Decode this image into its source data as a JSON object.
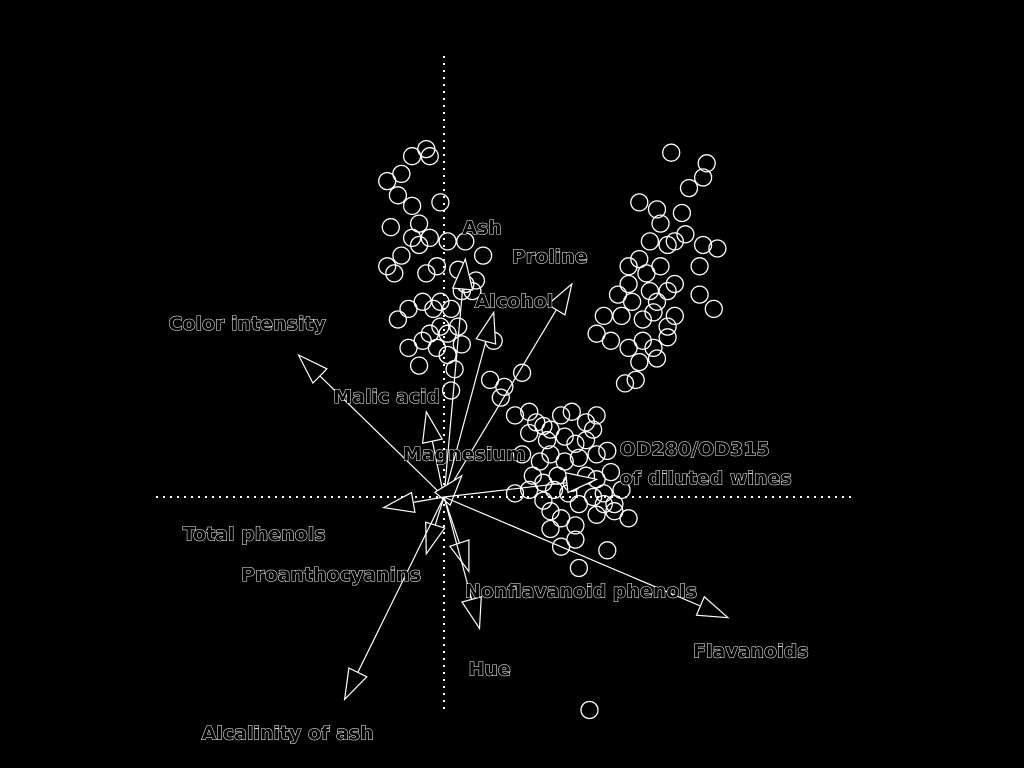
{
  "chart_data": {
    "type": "scatter",
    "title": "",
    "xlabel": "",
    "ylabel": "",
    "grid": false,
    "xlim": [
      -1.0,
      1.2
    ],
    "ylim": [
      -0.62,
      1.2
    ],
    "reference_lines": {
      "x": 0,
      "y": 0,
      "style": "dotted"
    },
    "points": [
      [
        -0.16,
        0.89
      ],
      [
        -0.12,
        0.91
      ],
      [
        -0.09,
        0.96
      ],
      [
        -0.05,
        0.98
      ],
      [
        -0.04,
        0.96
      ],
      [
        -0.13,
        0.85
      ],
      [
        -0.09,
        0.82
      ],
      [
        -0.07,
        0.77
      ],
      [
        -0.15,
        0.76
      ],
      [
        -0.09,
        0.73
      ],
      [
        -0.07,
        0.71
      ],
      [
        -0.04,
        0.73
      ],
      [
        -0.01,
        0.83
      ],
      [
        -0.12,
        0.68
      ],
      [
        -0.16,
        0.65
      ],
      [
        -0.14,
        0.63
      ],
      [
        -0.05,
        0.63
      ],
      [
        -0.02,
        0.65
      ],
      [
        0.01,
        0.72
      ],
      [
        0.06,
        0.72
      ],
      [
        0.04,
        0.64
      ],
      [
        0.11,
        0.68
      ],
      [
        -0.1,
        0.53
      ],
      [
        -0.06,
        0.55
      ],
      [
        -0.03,
        0.53
      ],
      [
        -0.01,
        0.55
      ],
      [
        0.02,
        0.53
      ],
      [
        0.05,
        0.58
      ],
      [
        0.08,
        0.58
      ],
      [
        0.09,
        0.61
      ],
      [
        0.06,
        0.6
      ],
      [
        -0.13,
        0.5
      ],
      [
        -0.1,
        0.42
      ],
      [
        -0.06,
        0.44
      ],
      [
        -0.04,
        0.46
      ],
      [
        -0.01,
        0.48
      ],
      [
        0.01,
        0.46
      ],
      [
        0.04,
        0.48
      ],
      [
        -0.02,
        0.42
      ],
      [
        0.01,
        0.4
      ],
      [
        0.03,
        0.36
      ],
      [
        0.05,
        0.43
      ],
      [
        0.14,
        0.44
      ],
      [
        -0.07,
        0.37
      ],
      [
        0.02,
        0.3
      ],
      [
        0.13,
        0.33
      ],
      [
        0.17,
        0.31
      ],
      [
        0.22,
        0.35
      ],
      [
        0.16,
        0.28
      ],
      [
        0.64,
        0.97
      ],
      [
        0.74,
        0.94
      ],
      [
        0.73,
        0.9
      ],
      [
        0.69,
        0.87
      ],
      [
        0.55,
        0.83
      ],
      [
        0.6,
        0.81
      ],
      [
        0.67,
        0.8
      ],
      [
        0.61,
        0.77
      ],
      [
        0.58,
        0.72
      ],
      [
        0.55,
        0.67
      ],
      [
        0.52,
        0.65
      ],
      [
        0.57,
        0.63
      ],
      [
        0.61,
        0.65
      ],
      [
        0.63,
        0.71
      ],
      [
        0.65,
        0.72
      ],
      [
        0.68,
        0.74
      ],
      [
        0.73,
        0.71
      ],
      [
        0.72,
        0.65
      ],
      [
        0.77,
        0.7
      ],
      [
        0.52,
        0.6
      ],
      [
        0.49,
        0.57
      ],
      [
        0.53,
        0.55
      ],
      [
        0.58,
        0.58
      ],
      [
        0.6,
        0.55
      ],
      [
        0.63,
        0.58
      ],
      [
        0.65,
        0.6
      ],
      [
        0.72,
        0.57
      ],
      [
        0.76,
        0.53
      ],
      [
        0.45,
        0.51
      ],
      [
        0.5,
        0.51
      ],
      [
        0.56,
        0.5
      ],
      [
        0.59,
        0.52
      ],
      [
        0.63,
        0.48
      ],
      [
        0.65,
        0.51
      ],
      [
        0.43,
        0.46
      ],
      [
        0.47,
        0.44
      ],
      [
        0.52,
        0.42
      ],
      [
        0.56,
        0.44
      ],
      [
        0.59,
        0.42
      ],
      [
        0.63,
        0.45
      ],
      [
        0.55,
        0.38
      ],
      [
        0.6,
        0.39
      ],
      [
        0.51,
        0.32
      ],
      [
        0.54,
        0.33
      ],
      [
        0.2,
        0.23
      ],
      [
        0.24,
        0.24
      ],
      [
        0.26,
        0.21
      ],
      [
        0.28,
        0.2
      ],
      [
        0.3,
        0.19
      ],
      [
        0.33,
        0.23
      ],
      [
        0.36,
        0.24
      ],
      [
        0.4,
        0.21
      ],
      [
        0.43,
        0.23
      ],
      [
        0.42,
        0.19
      ],
      [
        0.24,
        0.18
      ],
      [
        0.29,
        0.16
      ],
      [
        0.34,
        0.17
      ],
      [
        0.37,
        0.15
      ],
      [
        0.4,
        0.16
      ],
      [
        0.22,
        0.12
      ],
      [
        0.27,
        0.1
      ],
      [
        0.3,
        0.12
      ],
      [
        0.34,
        0.1
      ],
      [
        0.38,
        0.11
      ],
      [
        0.43,
        0.12
      ],
      [
        0.46,
        0.13
      ],
      [
        0.25,
        0.06
      ],
      [
        0.28,
        0.04
      ],
      [
        0.32,
        0.06
      ],
      [
        0.36,
        0.04
      ],
      [
        0.4,
        0.06
      ],
      [
        0.43,
        0.05
      ],
      [
        0.47,
        0.07
      ],
      [
        0.2,
        0.01
      ],
      [
        0.24,
        0.02
      ],
      [
        0.28,
        -0.01
      ],
      [
        0.31,
        0.02
      ],
      [
        0.35,
        0.01
      ],
      [
        0.38,
        -0.02
      ],
      [
        0.42,
        0.0
      ],
      [
        0.45,
        0.01
      ],
      [
        0.48,
        -0.02
      ],
      [
        0.3,
        -0.04
      ],
      [
        0.33,
        -0.06
      ],
      [
        0.37,
        -0.08
      ],
      [
        0.43,
        -0.05
      ],
      [
        0.48,
        -0.04
      ],
      [
        0.52,
        -0.06
      ],
      [
        0.37,
        -0.12
      ],
      [
        0.33,
        -0.14
      ],
      [
        0.46,
        -0.15
      ],
      [
        0.3,
        -0.09
      ],
      [
        0.38,
        -0.2
      ],
      [
        0.45,
        -0.02
      ],
      [
        0.5,
        0.02
      ],
      [
        0.41,
        -0.6
      ]
    ],
    "loadings": [
      {
        "name": "Ash",
        "x": 0.06,
        "y": 0.67
      },
      {
        "name": "Proline",
        "x": 0.36,
        "y": 0.6
      },
      {
        "name": "Alcohol",
        "x": 0.14,
        "y": 0.52
      },
      {
        "name": "Color intensity",
        "x": -0.41,
        "y": 0.4
      },
      {
        "name": "Malic acid",
        "x": -0.05,
        "y": 0.24
      },
      {
        "name": "Magnesium",
        "x": 0.05,
        "y": 0.06
      },
      {
        "name": "OD280/OD315\nof diluted wines",
        "x": 0.43,
        "y": 0.05
      },
      {
        "name": "Total phenols",
        "x": -0.17,
        "y": -0.03
      },
      {
        "name": "Proanthocyanins",
        "x": -0.05,
        "y": -0.16
      },
      {
        "name": "Nonflavanoid phenols",
        "x": 0.07,
        "y": -0.21
      },
      {
        "name": "Hue",
        "x": 0.1,
        "y": -0.37
      },
      {
        "name": "Flavanoids",
        "x": 0.8,
        "y": -0.34
      },
      {
        "name": "Alcalinity of ash",
        "x": -0.28,
        "y": -0.57
      }
    ]
  }
}
